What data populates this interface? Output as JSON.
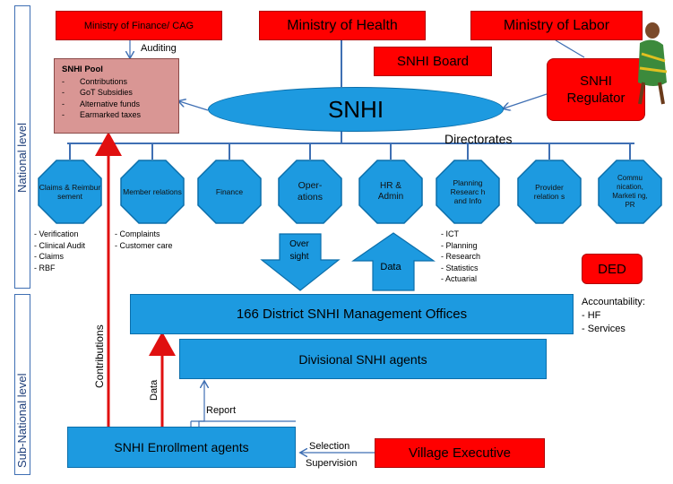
{
  "levels": {
    "national": "National level",
    "subnational": "Sub-National level"
  },
  "ministries": {
    "finance": "Ministry of Finance/ CAG",
    "health": "Ministry of Health",
    "labor": "Ministry of Labor"
  },
  "auditing_label": "Auditing",
  "pool": {
    "title": "SNHI Pool",
    "items": [
      "Contributions",
      "GoT Subsidies",
      "Alternative funds",
      "Earmarked taxes"
    ]
  },
  "board": "SNHI Board",
  "regulator": "SNHI Regulator",
  "snhi": "SNHI",
  "directorates_label": "Directorates",
  "directorates": [
    "Claims & Reimbur sement",
    "Member relations",
    "Finance",
    "Oper- ations",
    "HR & Admin",
    "Planning Researc h and Info",
    "Provider relation s",
    "Commu nication, Marketi ng, PR"
  ],
  "claims_functions": [
    "Verification",
    "Clinical Audit",
    "Claims",
    "RBF"
  ],
  "member_functions": [
    "Complaints",
    "Customer care"
  ],
  "planning_functions": [
    "ICT",
    "Planning",
    "Research",
    "Statistics",
    "Actuarial"
  ],
  "oversight_label": "Over sight",
  "data_label": "Data",
  "ded": "DED",
  "accountability": {
    "title": "Accountability:",
    "items": [
      "HF",
      "Services"
    ]
  },
  "district_offices": "166 District SNHI Management Offices",
  "divisional_agents": "Divisional SNHI agents",
  "contributions_label": "Contributions",
  "data_vertical": "Data",
  "report_label": "Report",
  "enrollment_agents": "SNHI Enrollment agents",
  "selection_label": "Selection",
  "supervision_label": "Supervision",
  "village_executive": "Village Executive",
  "colors": {
    "red": "#ff0000",
    "blue": "#1d9ae0",
    "pink": "#d99694",
    "line": "#3f6fb3",
    "arrow_red": "#e01010"
  }
}
